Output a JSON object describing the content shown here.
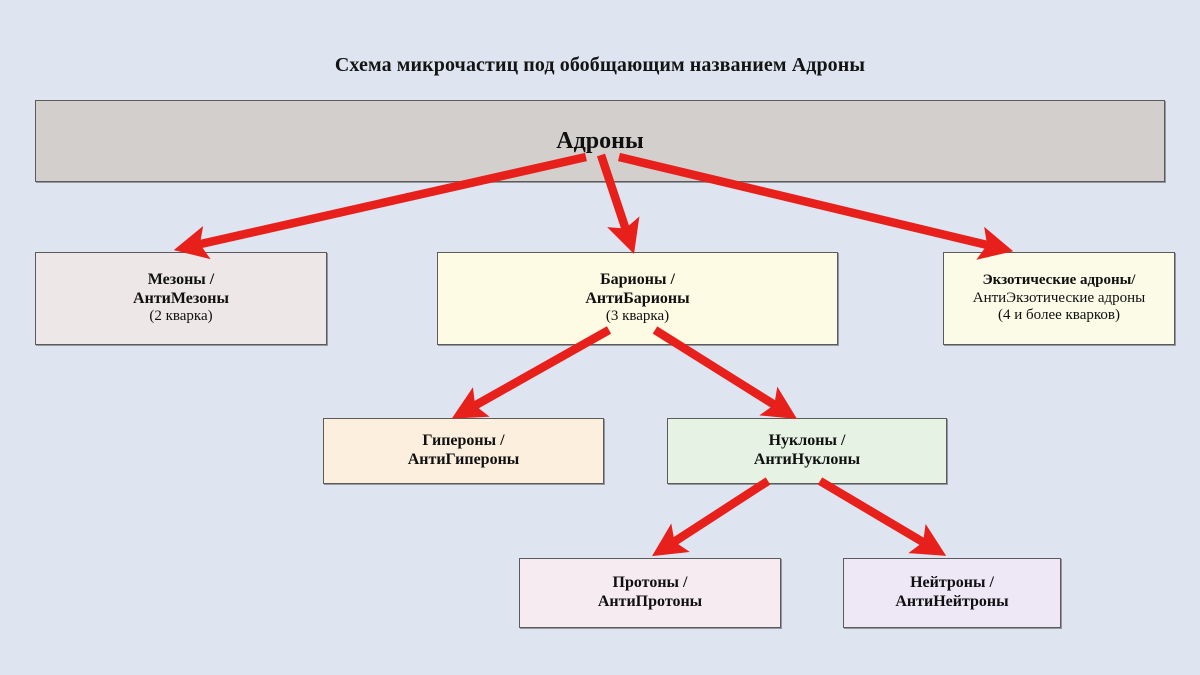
{
  "title": "Схема микрочастиц под обобщающим названием Адроны",
  "theme": {
    "background": "#dee5f1",
    "arrow_color": "#e8201c",
    "border_color": "#5b5b5b",
    "text_color": "#101010"
  },
  "nodes": {
    "hadrons": {
      "label": "Адроны",
      "fill": "#d3cfcd"
    },
    "mesons": {
      "line1": "Мезоны /",
      "line2": "АнтиМезоны",
      "line3": "(2 кварка)",
      "fill": "#ede8e7"
    },
    "baryons": {
      "line1": "Барионы /",
      "line2": "АнтиБарионы",
      "line3": "(3 кварка)",
      "fill": "#fdfbe3"
    },
    "exotic": {
      "line1": "Экзотические адроны/",
      "line2": "АнтиЭкзотические адроны",
      "line3": "(4 и более кварков)",
      "fill": "#fbfbe8"
    },
    "hyperons": {
      "line1": "Гипероны /",
      "line2": "АнтиГипероны",
      "fill": "#fdefdd"
    },
    "nucleons": {
      "line1": "Нуклоны /",
      "line2": "АнтиНуклоны",
      "fill": "#e6f2e4"
    },
    "protons": {
      "line1": "Протоны /",
      "line2": "АнтиПротоны",
      "fill": "#f7ebf2"
    },
    "neutrons": {
      "line1": "Нейтроны /",
      "line2": "АнтиНейтроны",
      "fill": "#ede7f6"
    }
  },
  "edges": [
    {
      "from": "hadrons",
      "to": "mesons"
    },
    {
      "from": "hadrons",
      "to": "baryons"
    },
    {
      "from": "hadrons",
      "to": "exotic"
    },
    {
      "from": "baryons",
      "to": "hyperons"
    },
    {
      "from": "baryons",
      "to": "nucleons"
    },
    {
      "from": "nucleons",
      "to": "protons"
    },
    {
      "from": "nucleons",
      "to": "neutrons"
    }
  ]
}
